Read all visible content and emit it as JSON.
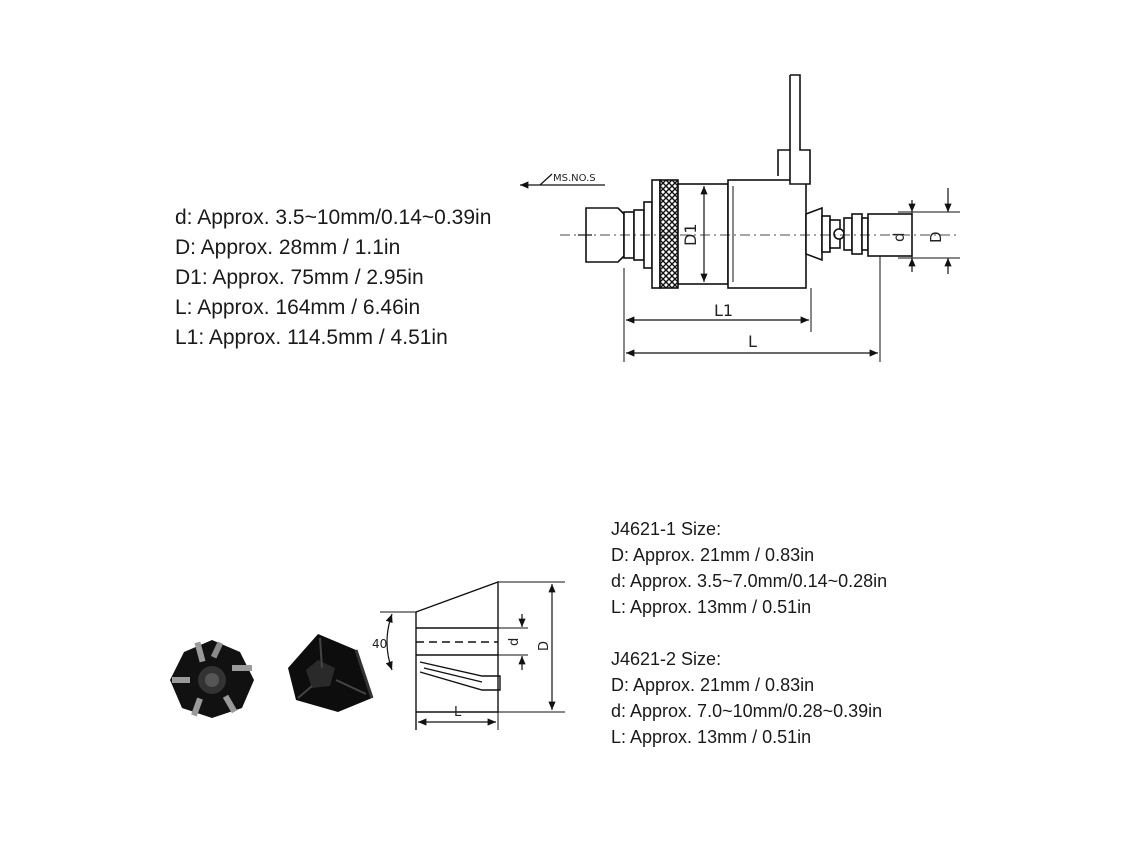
{
  "tool_specs": [
    "d: Approx. 3.5~10mm/0.14~0.39in",
    "D: Approx. 28mm / 1.1in",
    "D1: Approx. 75mm / 2.95in",
    "L: Approx. 164mm / 6.46in",
    "L1: Approx. 114.5mm / 4.51in"
  ],
  "collet_specs": {
    "j4621_1": {
      "title": "J4621-1 Size:",
      "lines": [
        "D: Approx. 21mm / 0.83in",
        "d: Approx. 3.5~7.0mm/0.14~0.28in",
        "L: Approx. 13mm / 0.51in"
      ]
    },
    "j4621_2": {
      "title": "J4621-2 Size:",
      "lines": [
        "D: Approx. 21mm / 0.83in",
        "d: Approx. 7.0~10mm/0.28~0.39in",
        "L: Approx. 13mm / 0.51in"
      ]
    }
  },
  "drawing_labels": {
    "tool": {
      "spindle_label": "MS.NO.S",
      "d1": "D1",
      "d": "d",
      "D": "D",
      "l1": "L1",
      "l": "L"
    },
    "collet": {
      "angle": "40",
      "d": "d",
      "D": "D",
      "l": "L"
    }
  }
}
